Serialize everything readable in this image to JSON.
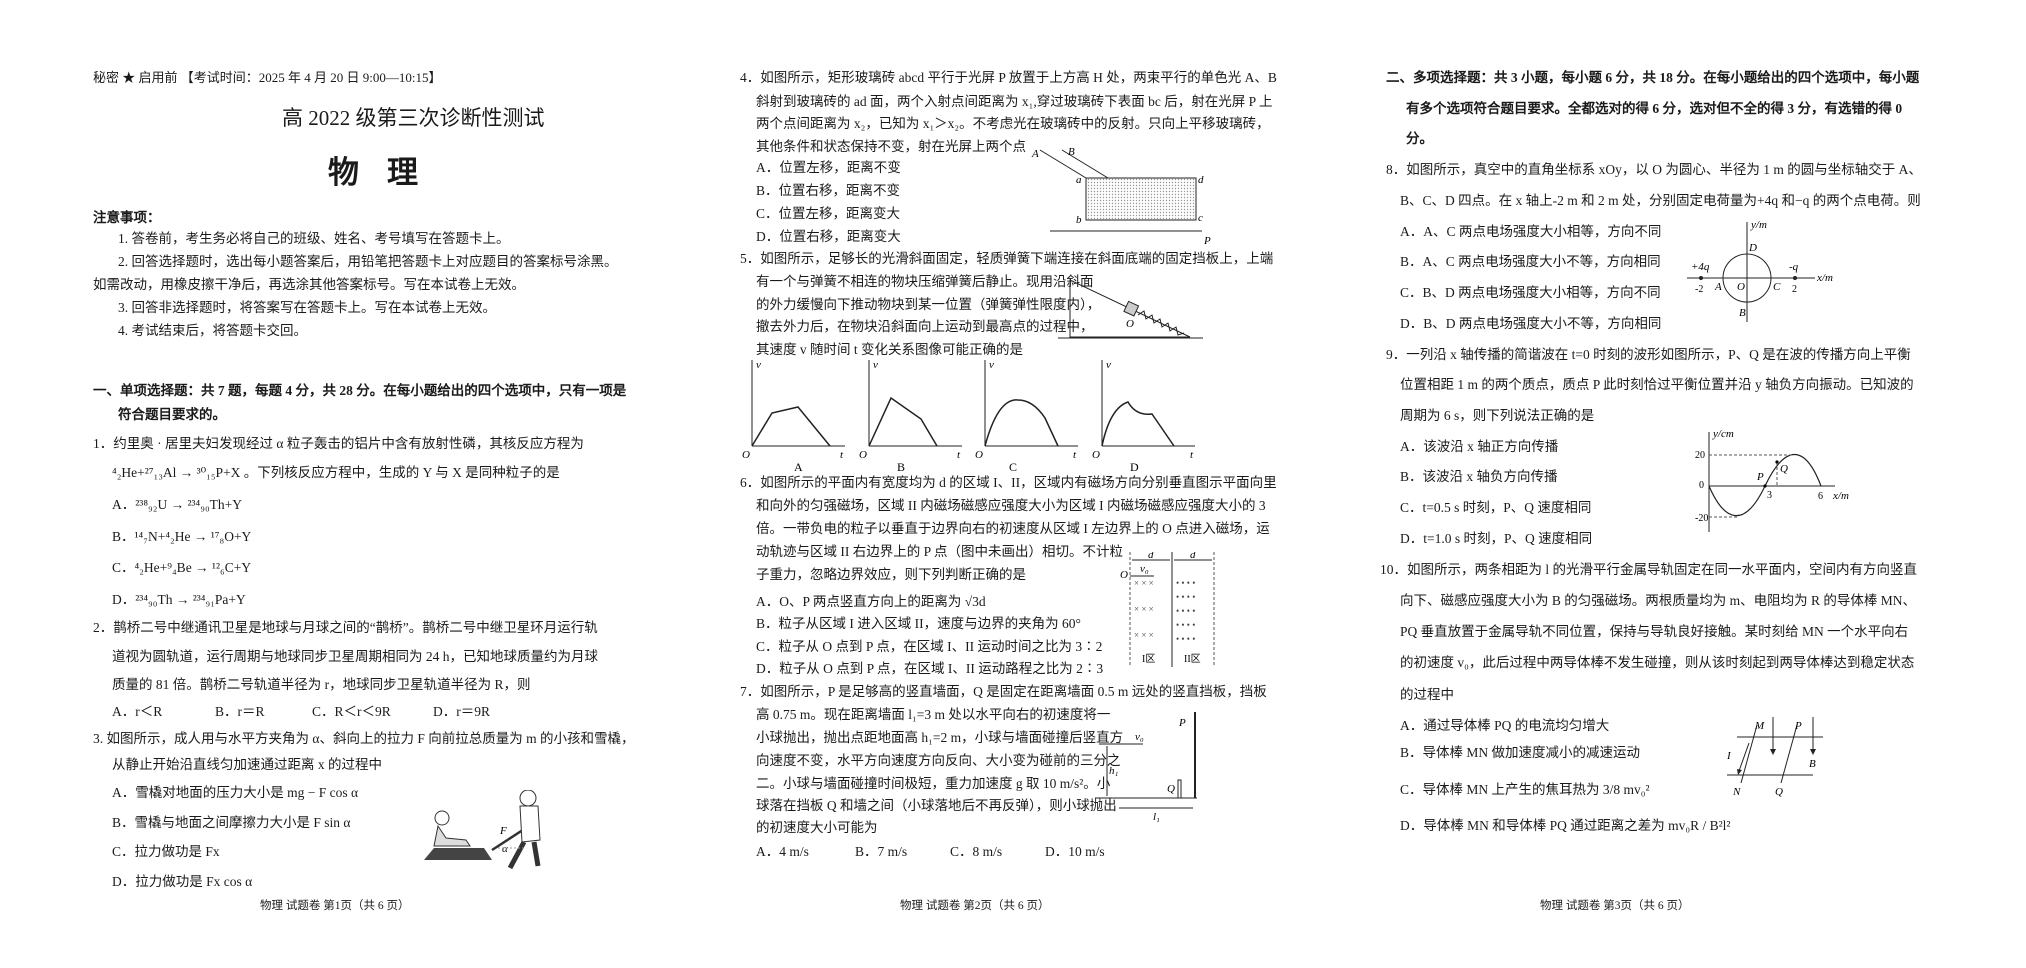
{
  "header": "秘密 ★ 启用前 【考试时间：2025 年 4 月 20 日 9:00—10:15】",
  "title": "高 2022 级第三次诊断性测试",
  "subject": "物理",
  "notes": {
    "heading": "注意事项：",
    "lines": [
      "1. 答卷前，考生务必将自己的班级、姓名、考号填写在答题卡上。",
      "2. 回答选择题时，选出每小题答案后，用铅笔把答题卡上对应题目的答案标号涂黑。",
      "如需改动，用橡皮擦干净后，再选涂其他答案标号。写在本试卷上无效。",
      "3. 回答非选择题时，将答案写在答题卡上。写在本试卷上无效。",
      "4. 考试结束后，将答题卡交回。"
    ]
  },
  "section1": [
    "一、单项选择题：共 7 题，每题 4 分，共 28 分。在每小题给出的四个选项中，只有一项是",
    "符合题目要求的。"
  ],
  "q1": {
    "lines": [
      "1．约里奥 · 居里夫妇发现经过 α 粒子轰击的铝片中含有放射性磷，其核反应方程为",
      "⁴₂He+²⁷₁₃Al → ³⁰₁₅P+X 。下列核反应方程中，生成的 Y 与 X 是同种粒子的是"
    ],
    "options": [
      "A．²³⁸₉₂U → ²³⁴₉₀Th+Y",
      "B．¹⁴₇N+⁴₂He → ¹⁷₈O+Y",
      "C．⁴₂He+⁹₄Be → ¹²₆C+Y",
      "D．²³⁴₉₀Th → ²³⁴₉₁Pa+Y"
    ]
  },
  "q2": {
    "lines": [
      "2．鹊桥二号中继通讯卫星是地球与月球之间的“鹊桥”。鹊桥二号中继卫星环月运行轨",
      "道视为圆轨道，运行周期与地球同步卫星周期相同为 24 h，已知地球质量约为月球",
      "质量的 81 倍。鹊桥二号轨道半径为 r，地球同步卫星轨道半径为 R，则"
    ],
    "options": [
      "A．r＜R",
      "B．r＝R",
      "C．R＜r＜9R",
      "D．r＝9R"
    ]
  },
  "q3": {
    "lines": [
      "3. 如图所示，成人用与水平方夹角为 α、斜向上的拉力 F 向前拉总质量为 m 的小孩和雪橇，",
      "从静止开始沿直线匀加速通过距离 x 的过程中"
    ],
    "options": [
      "A．雪橇对地面的压力大小是 mg − F cos α",
      "B．雪橇与地面之间摩擦力大小是 F sin α",
      "C．拉力做功是 Fx",
      "D．拉力做功是 Fx cos α"
    ],
    "fig": {
      "F": "F",
      "alpha": "α"
    }
  },
  "q4": {
    "lines": [
      "4．如图所示，矩形玻璃砖 abcd 平行于光屏 P 放置于上方高 H 处，两束平行的单色光 A、B",
      "斜射到玻璃砖的 ad 面，两个入射点间距离为 x₁,穿过玻璃砖下表面 bc 后，射在光屏 P 上",
      "两个点间距离为 x₂，已知为 x₁＞x₂。不考虑光在玻璃砖中的反射。只向上平移玻璃砖，",
      "其他条件和状态保持不变，射在光屏上两个点"
    ],
    "options": [
      "A．位置左移，距离不变",
      "B．位置右移，距离不变",
      "C．位置左移，距离变大",
      "D．位置右移，距离变大"
    ],
    "fig": {
      "A": "A",
      "B": "B",
      "a": "a",
      "b": "b",
      "c": "c",
      "d": "d",
      "P": "P"
    }
  },
  "q5": {
    "lines": [
      "5．如图所示，足够长的光滑斜面固定，轻质弹簧下端连接在斜面底端的固定挡板上，上端",
      "有一个与弹簧不相连的物块压缩弹簧后静止。现用沿斜面",
      "的外力缓慢向下推动物块到某一位置（弹簧弹性限度内），",
      "撤去外力后，在物块沿斜面向上运动到最高点的过程中，",
      "其速度 v 随时间 t 变化关系图像可能正确的是"
    ],
    "fig": {
      "O": "O"
    },
    "graphs": [
      {
        "label": "A",
        "v": "v",
        "t": "t",
        "o": "O"
      },
      {
        "label": "B",
        "v": "v",
        "t": "t",
        "o": "O"
      },
      {
        "label": "C",
        "v": "v",
        "t": "t",
        "o": "O"
      },
      {
        "label": "D",
        "v": "v",
        "t": "t",
        "o": "O"
      }
    ]
  },
  "q6": {
    "lines": [
      "6．如图所示的平面内有宽度均为 d 的区域 I、II，区域内有磁场方向分别垂直图示平面向里",
      "和向外的匀强磁场，区域 II 内磁场磁感应强度大小为区域 I 内磁场磁感应强度大小的 3",
      "倍。一带负电的粒子以垂直于边界向右的初速度从区域 I 左边界上的 O 点进入磁场，运",
      "动轨迹与区域 II 右边界上的 P 点（图中未画出）相切。不计粒",
      "子重力，忽略边界效应，则下列判断正确的是"
    ],
    "options": [
      "A．O、P 两点竖直方向上的距离为 √3d",
      "B．粒子从区域 I 进入区域 II，速度与边界的夹角为 60°",
      "C．粒子从 O 点到 P 点，在区域 I、II 运动时间之比为 3∶2",
      "D．粒子从 O 点到 P 点，在区域 I、II 运动路程之比为 2∶3"
    ],
    "fig": {
      "d": "d",
      "O": "O",
      "v0": "v₀",
      "zone1": "I区",
      "zone2": "II区"
    }
  },
  "q7": {
    "lines": [
      "7．如图所示，P 是足够高的竖直墙面，Q 是固定在距离墙面 0.5 m 远处的竖直挡板，挡板",
      "高 0.75 m。现在距离墙面 l₁=3 m 处以水平向右的初速度将一",
      "小球抛出，抛出点距地面高 h₁=2 m，小球与墙面碰撞后竖直方",
      "向速度不变，水平方向速度方向反向、大小变为碰前的三分之",
      "二。小球与墙面碰撞时间极短，重力加速度 g 取 10 m/s²。小",
      "球落在挡板 Q 和墙之间（小球落地后不再反弹），则小球抛出",
      "的初速度大小可能为"
    ],
    "options": [
      "A．4 m/s",
      "B．7 m/s",
      "C．8 m/s",
      "D．10 m/s"
    ],
    "fig": {
      "P": "P",
      "Q": "Q",
      "v0": "v₀",
      "h1": "h₁",
      "l1": "l₁"
    }
  },
  "section2": [
    "二、多项选择题：共 3 小题，每小题 6 分，共 18 分。在每小题给出的四个选项中，每小题",
    "有多个选项符合题目要求。全都选对的得 6 分，选对但不全的得 3 分，有选错的得 0",
    "分。"
  ],
  "q8": {
    "lines": [
      "8．如图所示，真空中的直角坐标系 xOy，以 O 为圆心、半径为 1 m 的圆与坐标轴交于 A、",
      "B、C、D 四点。在 x 轴上-2 m 和 2 m 处，分别固定电荷量为+4q 和−q 的两个点电荷。则"
    ],
    "options": [
      "A．A、C 两点电场强度大小相等，方向不同",
      "B．A、C 两点电场强度大小不等，方向相同",
      "C．B、D 两点电场强度大小相等，方向不同",
      "D．B、D 两点电场强度大小不等，方向相同"
    ],
    "fig": {
      "y": "y/m",
      "x": "x/m",
      "pq": "+4q",
      "nq": "-q",
      "m2": "-2",
      "p2": "2",
      "A": "A",
      "B": "B",
      "C": "C",
      "D": "D",
      "O": "O"
    }
  },
  "q9": {
    "lines": [
      "9．一列沿 x 轴传播的简谐波在 t=0 时刻的波形如图所示，P、Q 是在波的传播方向上平衡",
      "位置相距 1 m 的两个质点，质点 P 此时刻恰过平衡位置并沿 y 轴负方向振动。已知波的",
      "周期为 6 s，则下列说法正确的是"
    ],
    "options": [
      "A．该波沿 x 轴正方向传播",
      "B．该波沿 x 轴负方向传播",
      "C．t=0.5 s 时刻，P、Q 速度相同",
      "D．t=1.0 s 时刻，P、Q 速度相同"
    ],
    "fig": {
      "y": "y/cm",
      "x": "x/m",
      "y20": "20",
      "y0": "0",
      "yn20": "-20",
      "x3": "3",
      "x6": "6",
      "P": "P",
      "Q": "Q"
    }
  },
  "q10": {
    "lines": [
      "10．如图所示，两条相距为 l 的光滑平行金属导轨固定在同一水平面内，空间内有方向竖直",
      "向下、磁感应强度大小为 B 的匀强磁场。两根质量均为 m、电阻均为 R 的导体棒 MN、",
      "PQ 垂直放置于金属导轨不同位置，保持与导轨良好接触。某时刻给 MN 一个水平向右",
      "的初速度 v₀，此后过程中两导体棒不发生碰撞，则从该时刻起到两导体棒达到稳定状态",
      "的过程中"
    ],
    "options": [
      "A．通过导体棒 PQ 的电流均匀增大",
      "B．导体棒 MN 做加速度减小的减速运动",
      "C．导体棒 MN 上产生的焦耳热为 3/8 mv₀²",
      "D．导体棒 MN 和导体棒 PQ 通过距离之差为 mv₀R / B²l²"
    ],
    "fig": {
      "M": "M",
      "N": "N",
      "P": "P",
      "Q": "Q",
      "B": "B",
      "I": "I"
    }
  },
  "footers": [
    "物理  试题卷   第1页（共 6 页）",
    "物理  试题卷   第2页（共 6 页）",
    "物理  试题卷   第3页（共 6 页）"
  ]
}
